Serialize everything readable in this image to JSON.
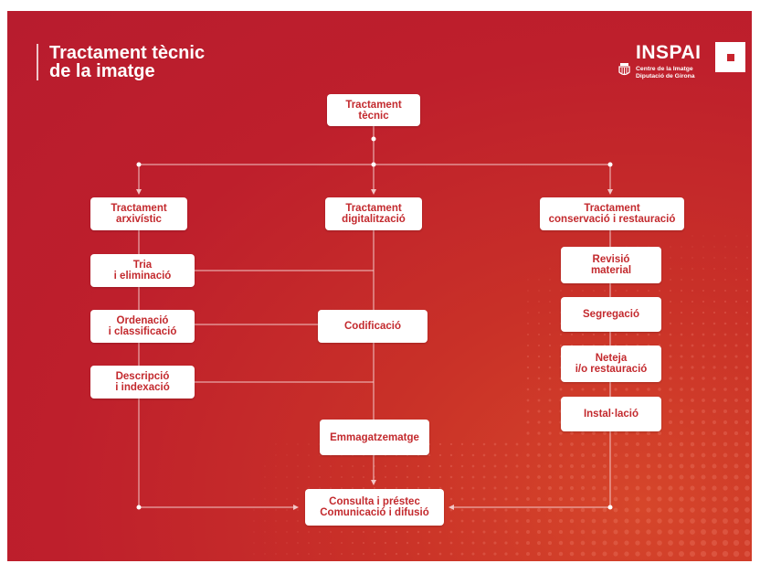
{
  "title": {
    "line1": "Tractament tècnic",
    "line2": "de la imatge"
  },
  "logo": {
    "name": "INSPAI",
    "subtitle_line1": "Centre de la Imatge",
    "subtitle_line2": "Diputació de Girona"
  },
  "colors": {
    "background": "#bf1f2e",
    "node_fill": "#ffffff",
    "node_text": "#c32a2e",
    "connector": "#f2c7c7"
  },
  "nodes": {
    "root": "Tractament\ntècnic",
    "arxivistic": "Tractament\narxivístic",
    "digitalitzacio": "Tractament\ndigitalització",
    "conservacio": "Tractament\nconservació i restauració",
    "tria": "Tria\ni eliminació",
    "ordenacio": "Ordenació\ni classificació",
    "descripcio": "Descripció\ni indexació",
    "codificacio": "Codificació",
    "emmagatzematge": "Emmagatzematge",
    "revisio": "Revisió\nmaterial",
    "segregacio": "Segregació",
    "neteja": "Neteja\ni/o restauració",
    "installacio": "Instal·lació",
    "consulta": "Consulta i préstec\nComunicació i difusió"
  }
}
